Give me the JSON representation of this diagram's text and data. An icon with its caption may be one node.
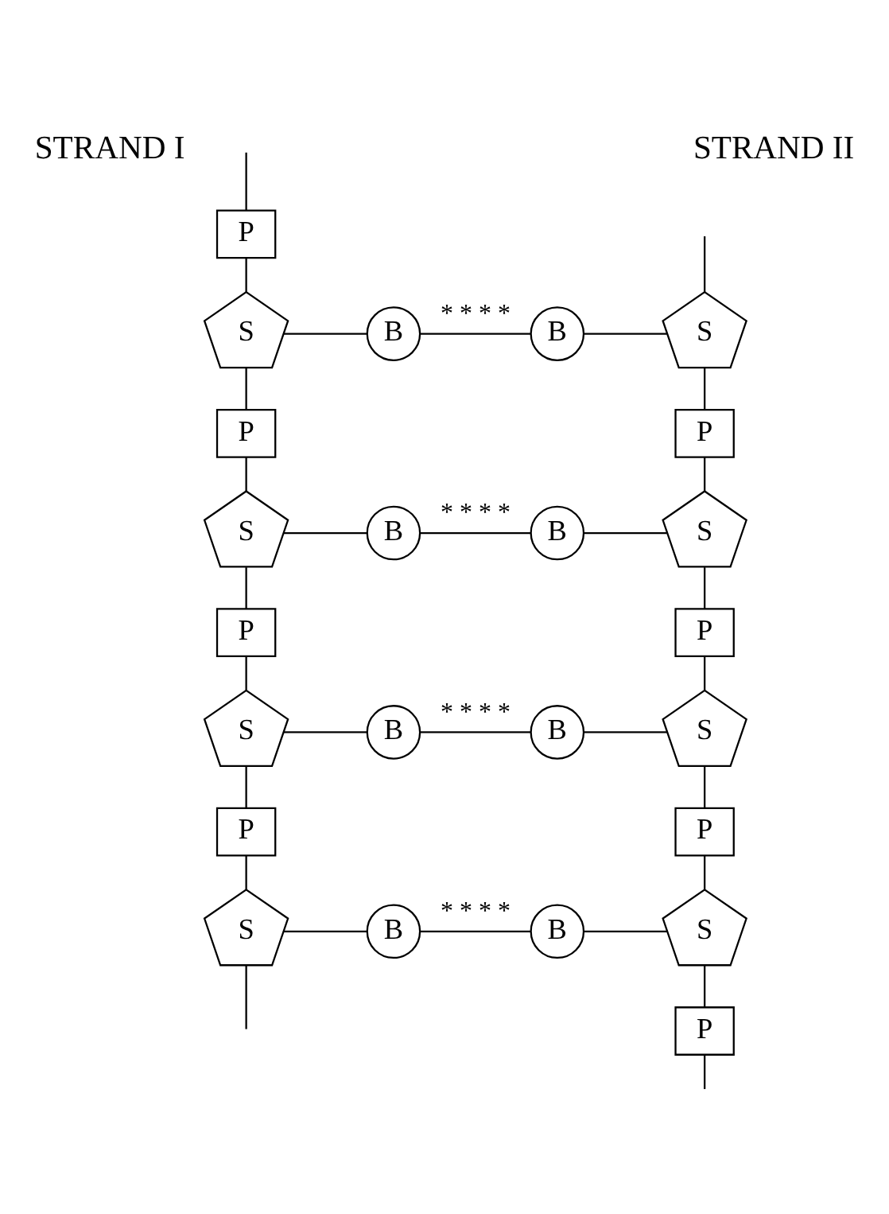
{
  "diagram": {
    "nodes": [
      {
        "text": [
          "P"
        ]
      },
      {
        "text": [
          "S"
        ]
      },
      {
        "text": [
          "B"
        ]
      },
      {
        "text": [
          "B"
        ]
      },
      {
        "text": [
          "S"
        ]
      },
      {
        "text": [
          "P"
        ]
      },
      {
        "text": [
          "P"
        ]
      },
      {
        "text": [
          "S"
        ]
      },
      {
        "text": [
          "B"
        ]
      },
      {
        "text": [
          "B"
        ]
      },
      {
        "text": [
          "S"
        ]
      },
      {
        "text": [
          "P"
        ]
      },
      {
        "text": [
          "P"
        ]
      },
      {
        "text": [
          "S"
        ]
      },
      {
        "text": [
          "B"
        ]
      },
      {
        "text": [
          "B"
        ]
      },
      {
        "text": [
          "S"
        ]
      },
      {
        "text": [
          "P"
        ]
      },
      {
        "text": [
          "P"
        ]
      },
      {
        "text": [
          "S"
        ]
      },
      {
        "text": [
          "B"
        ]
      },
      {
        "text": [
          "B"
        ]
      },
      {
        "text": [
          "S"
        ]
      },
      {
        "text": [
          "P"
        ]
      }
    ],
    "edges": [
      {
        "from": null,
        "to": 0,
        "arrow": "none"
      },
      {
        "from": null,
        "to": 4,
        "arrow": "none"
      },
      {
        "from": 0,
        "to": 1,
        "arrow": "none"
      },
      {
        "from": 1,
        "to": 2,
        "arrow": "none"
      },
      {
        "from": 2,
        "to": 3,
        "label": "* * * *",
        "arrow": "none"
      },
      {
        "from": 3,
        "to": 4,
        "arrow": "none"
      },
      {
        "from": 4,
        "to": 5,
        "arrow": "none"
      },
      {
        "from": 1,
        "to": 6,
        "arrow": "none"
      },
      {
        "from": 5,
        "to": 10,
        "arrow": "none"
      },
      {
        "from": 6,
        "to": 7,
        "arrow": "none"
      },
      {
        "from": 7,
        "to": 8,
        "arrow": "none"
      },
      {
        "from": 8,
        "to": 9,
        "label": "* * * *",
        "arrow": "none"
      },
      {
        "from": 9,
        "to": 10,
        "arrow": "none"
      },
      {
        "from": 10,
        "to": 11,
        "arrow": "none"
      },
      {
        "from": 7,
        "to": 12,
        "arrow": "none"
      },
      {
        "from": 11,
        "to": 16,
        "arrow": "none"
      },
      {
        "from": 12,
        "to": 13,
        "arrow": "none"
      },
      {
        "from": 13,
        "to": 14,
        "arrow": "none"
      },
      {
        "from": 14,
        "to": 15,
        "label": "* * * *",
        "arrow": "none"
      },
      {
        "from": 15,
        "to": 16,
        "arrow": "none"
      },
      {
        "from": 16,
        "to": 17,
        "arrow": "none"
      },
      {
        "from": 13,
        "to": 18,
        "arrow": "none"
      },
      {
        "from": 17,
        "to": 22,
        "arrow": "none"
      },
      {
        "from": 18,
        "to": 19,
        "arrow": "none"
      },
      {
        "from": 19,
        "to": 20,
        "arrow": "none"
      },
      {
        "from": 20,
        "to": 21,
        "label": "* * * *",
        "arrow": "none"
      },
      {
        "from": 21,
        "to": 22,
        "arrow": "none"
      },
      {
        "from": 22,
        "to": 23,
        "arrow": "none"
      },
      {
        "from": 19,
        "to": null,
        "arrow": "none"
      },
      {
        "from": 23,
        "to": null,
        "arrow": "none"
      }
    ],
    "labels": [
      "STRAND I",
      "STRAND II"
    ]
  }
}
